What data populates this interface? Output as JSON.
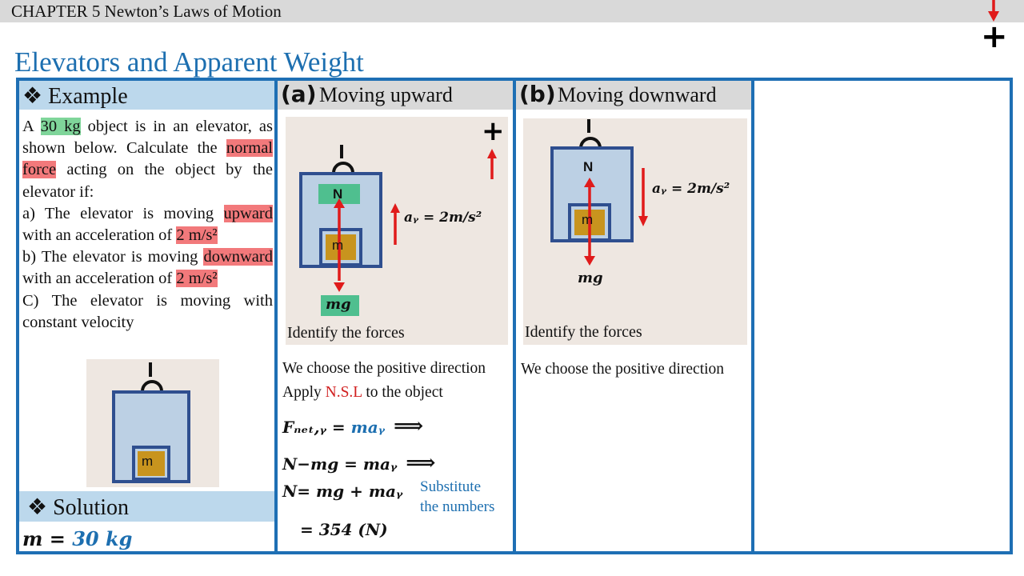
{
  "header": {
    "chapter": "CHAPTER 5  Newton’s Laws of Motion"
  },
  "title": "Elevators and Apparent Weight",
  "corner_symbol": "+",
  "example": {
    "heading": "❖ Example",
    "text_1": "A ",
    "mass_highlight": "30 kg",
    "text_2": " object is in an elevator, as shown below. Calculate the ",
    "force_highlight": "normal force",
    "text_3": " acting on the object by the elevator if:",
    "a_prefix": "a) The elevator is moving ",
    "a_dir": "upward",
    "a_mid": " with an acceleration of ",
    "a_acc": "2 m/s²",
    "b_prefix": "b) The elevator is moving ",
    "b_dir": "downward",
    "b_mid": " with an acceleration of ",
    "b_acc": "2 m/s²",
    "c_text": "C) The elevator is moving with constant velocity",
    "mass_label": "m"
  },
  "solution": {
    "heading": "❖ Solution",
    "mass_eq_lhs": "m = ",
    "mass_eq_rhs": "30 kg"
  },
  "panel_a": {
    "letter": "(a)",
    "title": "Moving upward",
    "plus": "+",
    "normal_label": "N",
    "mass_label": "m",
    "weight_label": "mg",
    "accel_label": "aᵧ = 2m/s²",
    "caption": "Identify the forces",
    "line_1": "We choose the positive direction",
    "line_2_pre": "Apply ",
    "line_2_nsl": "N.S.L",
    "line_2_post": " to the object",
    "eq_1_lhs": "Fₙₑₜ,ᵧ = ",
    "eq_1_rhs": "maᵧ",
    "implies": "⟹",
    "eq_2": "N−mg = maᵧ",
    "eq_3": "N= mg + maᵧ",
    "note_1": "Substitute",
    "note_2": "the numbers",
    "eq_4": "= 354 (N)"
  },
  "panel_b": {
    "letter": "(b)",
    "title": "Moving downward",
    "normal_label": "N",
    "mass_label": "m",
    "weight_label": "mg",
    "accel_label": "aᵧ = 2m/s²",
    "caption": "Identify the forces",
    "line_1": "We choose the positive direction"
  },
  "colors": {
    "accent": "#1d6fb0",
    "border": "#1e6fb4",
    "highlight_green": "#7fd59a",
    "highlight_red": "#f2797b",
    "arrow_red": "#e01b1b"
  }
}
